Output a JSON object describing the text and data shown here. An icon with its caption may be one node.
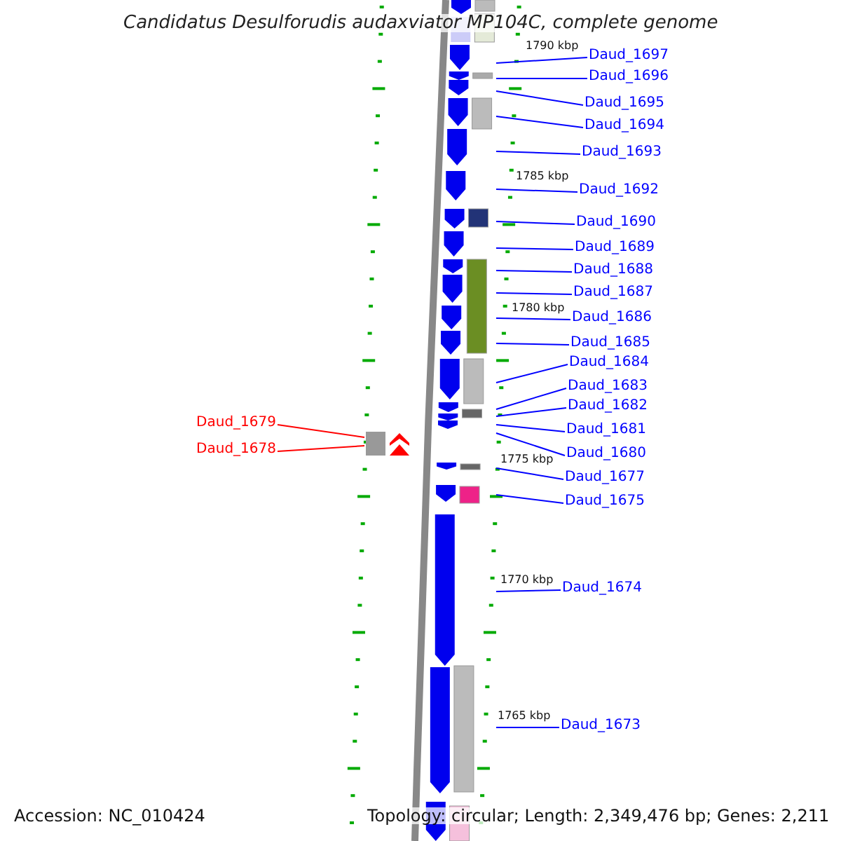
{
  "diagram": {
    "title": "Candidatus Desulforudis audaxviator MP104C, complete genome",
    "nodes": [
      {
        "text": [
          "Daud_1697"
        ]
      },
      {
        "text": [
          "Daud_1696"
        ]
      },
      {
        "text": [
          "Daud_1695"
        ]
      },
      {
        "text": [
          "Daud_1694"
        ]
      },
      {
        "text": [
          "Daud_1693"
        ]
      },
      {
        "text": [
          "Daud_1692"
        ]
      },
      {
        "text": [
          "Daud_1690"
        ]
      },
      {
        "text": [
          "Daud_1689"
        ]
      },
      {
        "text": [
          "Daud_1688"
        ]
      },
      {
        "text": [
          "Daud_1687"
        ]
      },
      {
        "text": [
          "Daud_1686"
        ]
      },
      {
        "text": [
          "Daud_1685"
        ]
      },
      {
        "text": [
          "Daud_1684"
        ]
      },
      {
        "text": [
          "Daud_1683"
        ]
      },
      {
        "text": [
          "Daud_1682"
        ]
      },
      {
        "text": [
          "Daud_1681"
        ]
      },
      {
        "text": [
          "Daud_1680"
        ]
      },
      {
        "text": [
          "Daud_1677"
        ]
      },
      {
        "text": [
          "Daud_1675"
        ]
      },
      {
        "text": [
          "Daud_1674"
        ]
      },
      {
        "text": [
          "Daud_1673"
        ]
      },
      {
        "text": [
          "Daud_1679"
        ]
      },
      {
        "text": [
          "Daud_1678"
        ]
      },
      {
        "text": [],
        "shape": "picture"
      }
    ],
    "edges": [
      {
        "from": 0,
        "to": 23,
        "arrow": "none"
      },
      {
        "from": 1,
        "to": 23,
        "arrow": "none"
      },
      {
        "from": 2,
        "to": 23,
        "arrow": "none"
      },
      {
        "from": 3,
        "to": 23,
        "arrow": "none"
      },
      {
        "from": 4,
        "to": 23,
        "arrow": "none"
      },
      {
        "from": 5,
        "to": 23,
        "arrow": "none"
      },
      {
        "from": 6,
        "to": 23,
        "arrow": "none"
      },
      {
        "from": 7,
        "to": 23,
        "arrow": "none"
      },
      {
        "from": 8,
        "to": 23,
        "arrow": "none"
      },
      {
        "from": 9,
        "to": 23,
        "arrow": "none"
      },
      {
        "from": 10,
        "to": 23,
        "arrow": "none"
      },
      {
        "from": 11,
        "to": 23,
        "arrow": "none"
      },
      {
        "from": 12,
        "to": 23,
        "arrow": "none"
      },
      {
        "from": 13,
        "to": 23,
        "arrow": "none"
      },
      {
        "from": 14,
        "to": 23,
        "arrow": "none"
      },
      {
        "from": 15,
        "to": 23,
        "arrow": "none"
      },
      {
        "from": 16,
        "to": 23,
        "arrow": "none"
      },
      {
        "from": 17,
        "to": 23,
        "arrow": "none"
      },
      {
        "from": 18,
        "to": 23,
        "arrow": "none"
      },
      {
        "from": 19,
        "to": 23,
        "arrow": "none"
      },
      {
        "from": 20,
        "to": 23,
        "arrow": "none"
      },
      {
        "from": 21,
        "to": 23,
        "arrow": "none",
        "color": "#ff0000"
      },
      {
        "from": 22,
        "to": 23,
        "arrow": "none",
        "color": "#ff0000"
      }
    ],
    "labels": [
      "1790 kbp",
      "1785 kbp",
      "1780 kbp",
      "1775 kbp",
      "1770 kbp",
      "1765 kbp",
      "Accession: NC_010424",
      "Topology: circular; Length: 2,349,476 bp; Genes: 2,211"
    ]
  }
}
